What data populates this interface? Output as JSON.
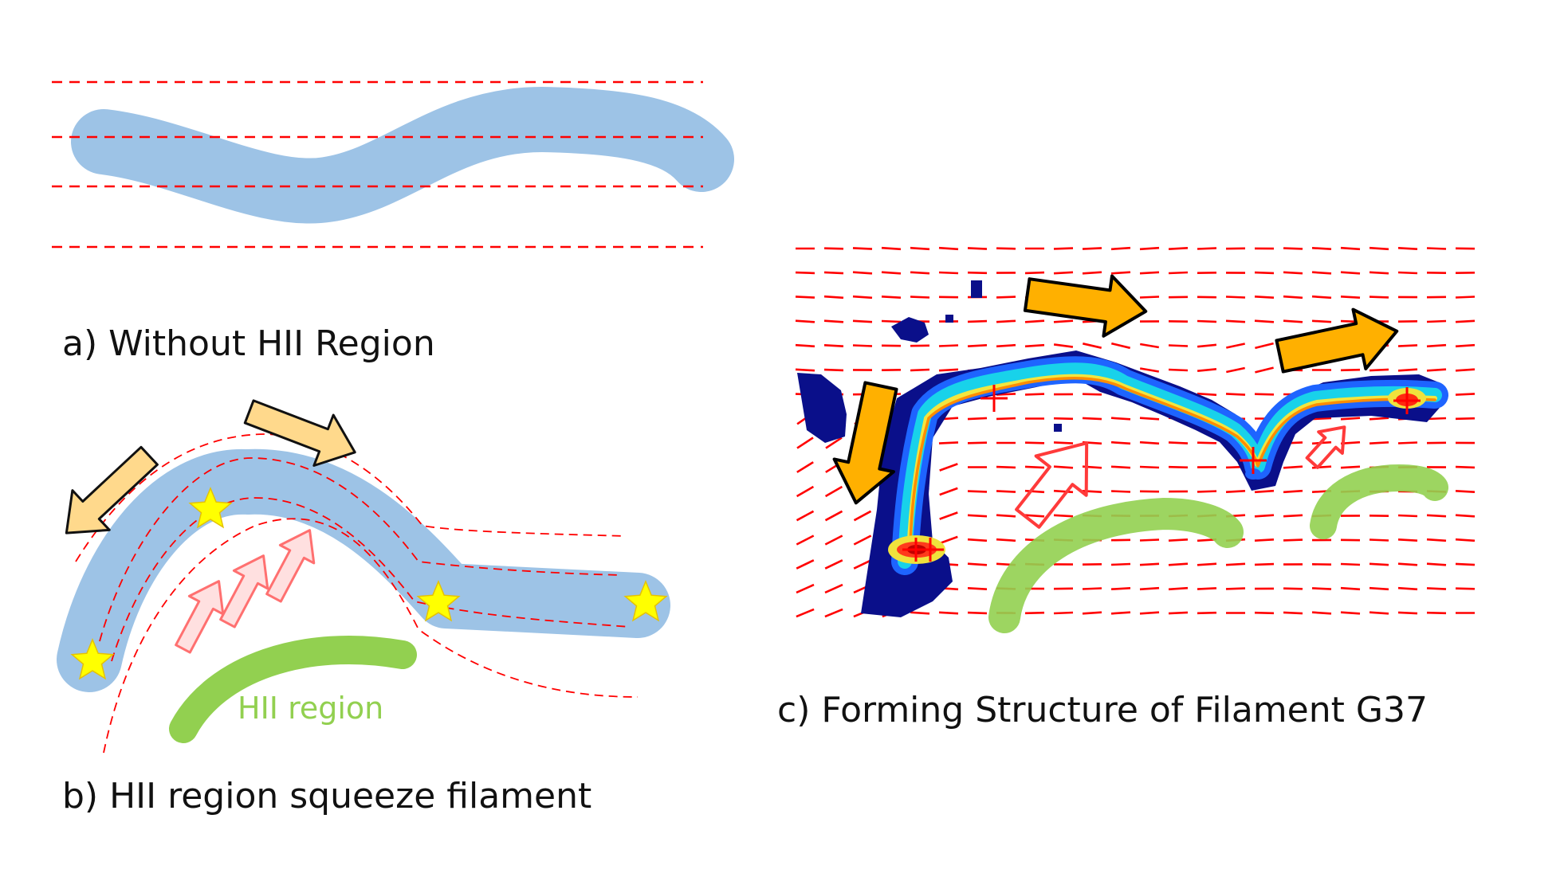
{
  "panels": {
    "a": {
      "caption": "a) Without HII Region"
    },
    "b": {
      "caption": "b) HII region squeeze filament",
      "hii_label": "HII region"
    },
    "c": {
      "caption": "c) Forming Structure of Filament G37"
    }
  },
  "colors": {
    "filament": "#9dc3e6",
    "field_lines": "#ff0000",
    "hii_region": "#92d050",
    "flow_arrow_light": "#ffd98c",
    "flow_arrow_strong": "#ffb000",
    "pressure_arrow": "#ff8080",
    "star": "#ffff00",
    "caption_text": "#111111"
  },
  "icons": {
    "flow": "flow-arrow-icon",
    "pressure": "pressure-arrow-icon",
    "star": "star-icon",
    "hii": "hii-region-shape",
    "core": "dense-core-icon"
  }
}
